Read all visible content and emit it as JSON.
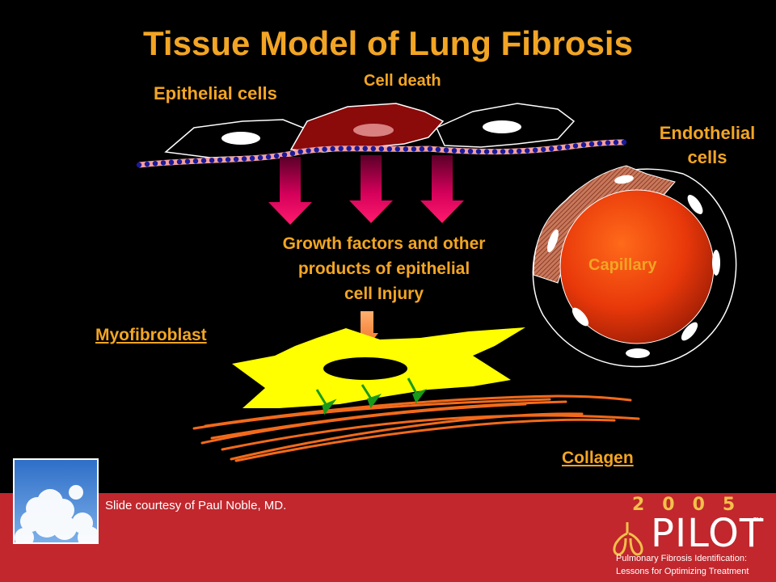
{
  "slide": {
    "title": "Tissue Model of Lung Fibrosis",
    "labels": {
      "epithelial_cells": "Epithelial cells",
      "cell_death": "Cell death",
      "endothelial_cells_line1": "Endothelial",
      "endothelial_cells_line2": "cells",
      "growth_line1": "Growth factors and other",
      "growth_line2": "products of epithelial",
      "growth_line3": "cell Injury",
      "capillary": "Capillary",
      "myofibroblast": "Myofibroblast",
      "collagen": "Collagen"
    },
    "footer": {
      "courtesy": "Slide courtesy of Paul Noble, MD.",
      "logo_year": "2005",
      "logo_name": "PILOT",
      "logo_tm": "TM",
      "logo_tagline_line1": "Pulmonary Fibrosis Identification:",
      "logo_tagline_line2": "Lessons for Optimizing Treatment"
    }
  },
  "colors": {
    "background": "#000000",
    "label_text": "#F2A524",
    "footer_band": "#C1272D",
    "myofibroblast": "#FFFF00",
    "collagen": "#F26A1B",
    "capillary": "#E8380A",
    "arrow": "#E0005A",
    "injured_cell": "#8B0A0A"
  }
}
